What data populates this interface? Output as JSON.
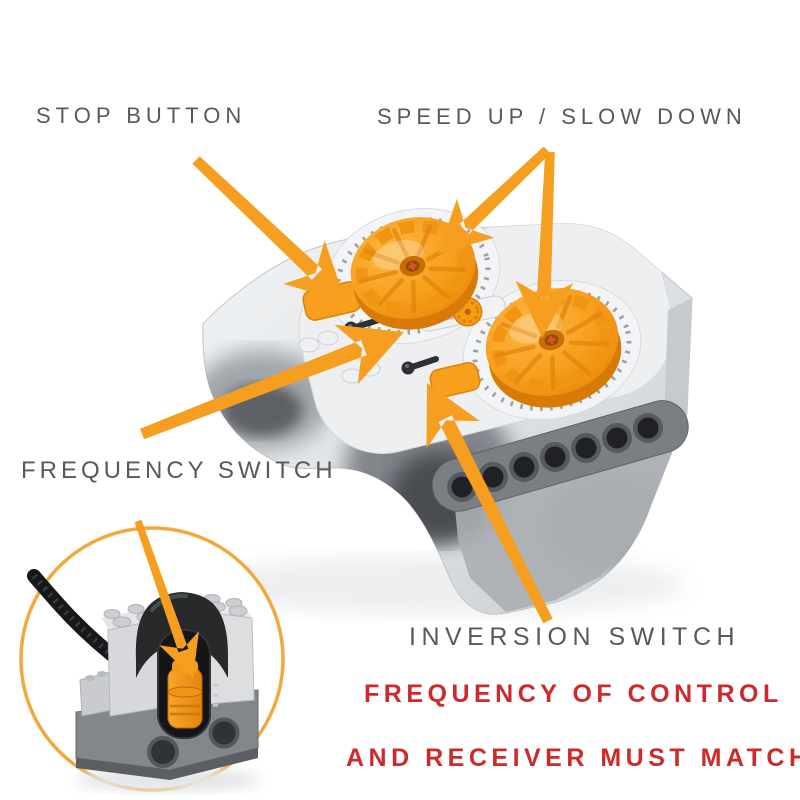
{
  "annotations": {
    "labels": {
      "stop_button": "STOP BUTTON",
      "speed_control": "SPEED UP / SLOW DOWN",
      "frequency_switch": "FREQUENCY SWITCH",
      "inversion_switch": "INVERSION SWITCH"
    },
    "warning": {
      "line1": "FREQUENCY OF CONTROL",
      "line2": "AND RECEIVER MUST MATCH"
    }
  },
  "colors": {
    "label_text": "#58595c",
    "warning_text": "#cd2b2b",
    "arrow_orange": "#f59e1f",
    "dial_orange": "#f7a01f",
    "remote_body_gray": "#e2e4e6",
    "dark_charcoal": "#3b3d41",
    "inset_circle_stroke": "#f1a93c",
    "background": "#ffffff"
  }
}
